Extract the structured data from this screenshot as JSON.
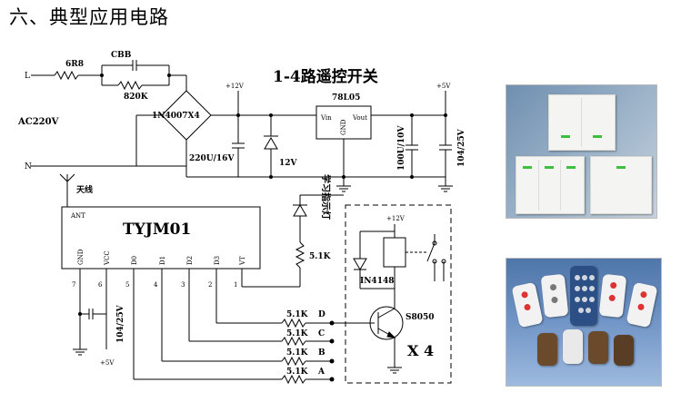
{
  "heading": "六、典型应用电路",
  "circuit": {
    "title": "1-4路遥控开关",
    "ac_label": "AC220V",
    "l_label": "L",
    "n_label": "N",
    "r1": "6R8",
    "cbb": "CBB",
    "r2": "820K",
    "bridge": "1N4007X4",
    "cap1": "220U/16V",
    "zener": "12V",
    "reg": "78L05",
    "vin": "Vin",
    "vout": "Vout",
    "gnd": "GND",
    "cap2": "100U/10V",
    "cap3": "104/25V",
    "v12": "+12V",
    "v5": "+5V",
    "antenna": "天线",
    "chip": "TYJM01",
    "pins": [
      "ANT",
      "GND",
      "VCC",
      "D0",
      "D1",
      "D2",
      "D3",
      "VT"
    ],
    "pin_numbers": [
      "7",
      "6",
      "5",
      "4",
      "3",
      "2",
      "1"
    ],
    "led_label": "学习指示灯",
    "r_led": "5.1K",
    "cap4": "104/25V",
    "v5b": "+5V",
    "relay_v": "+12V",
    "diode": "IN4148",
    "transistor": "S8050",
    "times": "X 4",
    "base_resistors": [
      "5.1K",
      "5.1K",
      "5.1K",
      "5.1K"
    ],
    "channels": [
      "D",
      "C",
      "B",
      "A"
    ]
  }
}
